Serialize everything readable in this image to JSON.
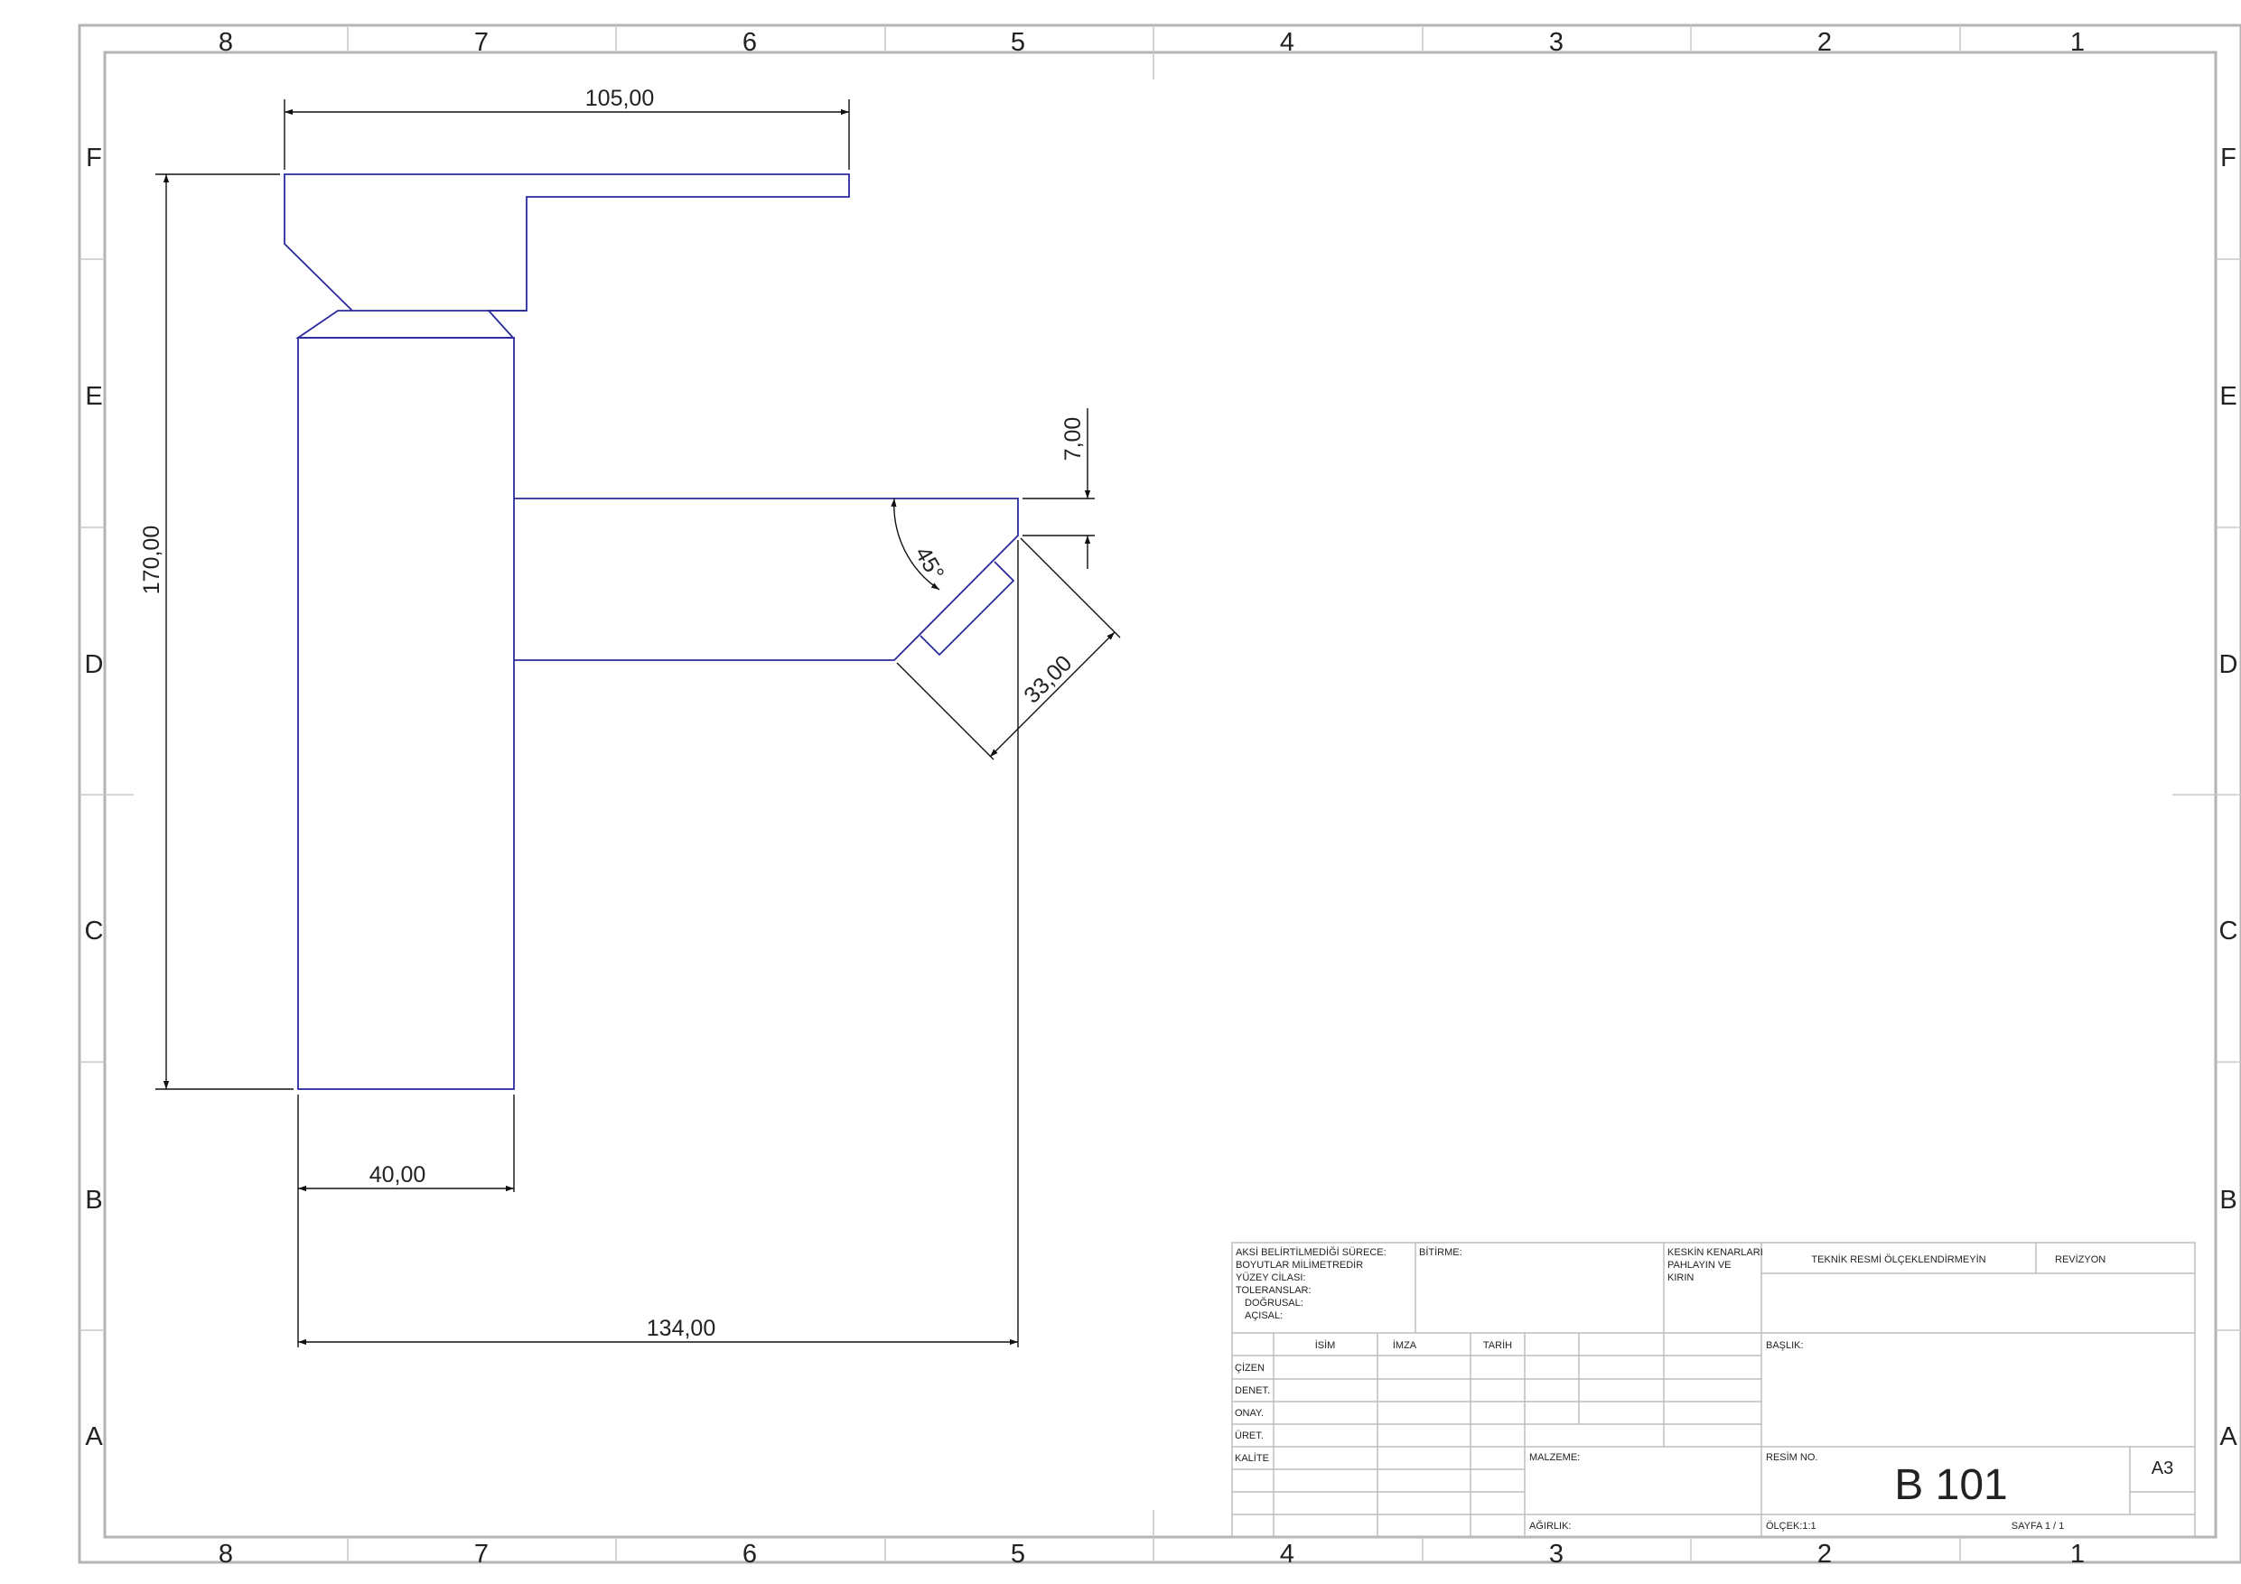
{
  "zones": {
    "columns": [
      "8",
      "7",
      "6",
      "5",
      "4",
      "3",
      "2",
      "1"
    ],
    "rows": [
      "F",
      "E",
      "D",
      "C",
      "B",
      "A"
    ]
  },
  "dimensions": {
    "top_width": "105,00",
    "height": "170,00",
    "spout_offset": "7,00",
    "angle": "45°",
    "tip_length": "33,00",
    "body_width": "40,00",
    "overall_length": "134,00"
  },
  "title_block": {
    "notes": [
      "AKSİ BELİRTİLMEDİĞİ SÜRECE:",
      "BOYUTLAR MİLİMETREDİR",
      "YÜZEY CİLASI:",
      "TOLERANSLAR:",
      "DOĞRUSAL:",
      "AÇISAL:"
    ],
    "finish_label": "BİTİRME:",
    "edges_note": [
      "KESKİN KENARLARI",
      "PAHLAYIN VE",
      "KIRIN"
    ],
    "no_scale": "TEKNİK RESMİ ÖLÇEKLENDİRMEYİN",
    "revision_label": "REVİZYON",
    "col_name": "İSİM",
    "col_signature": "İMZA",
    "col_date": "TARİH",
    "row_drawn": "ÇİZEN",
    "row_checked": "DENET.",
    "row_approved": "ONAY.",
    "row_manufactured": "ÜRET.",
    "row_quality": "KALİTE",
    "title_label": "BAŞLIK:",
    "material_label": "MALZEME:",
    "drawing_no_label": "RESİM NO.",
    "drawing_no": "B 101",
    "size": "A3",
    "weight_label": "AĞIRLIK:",
    "scale": "ÖLÇEK:1:1",
    "sheet": "SAYFA 1 / 1"
  },
  "colors": {
    "frame": "#b4b4b4",
    "part_outline": "#2a2a9e",
    "dimension": "#111111"
  }
}
